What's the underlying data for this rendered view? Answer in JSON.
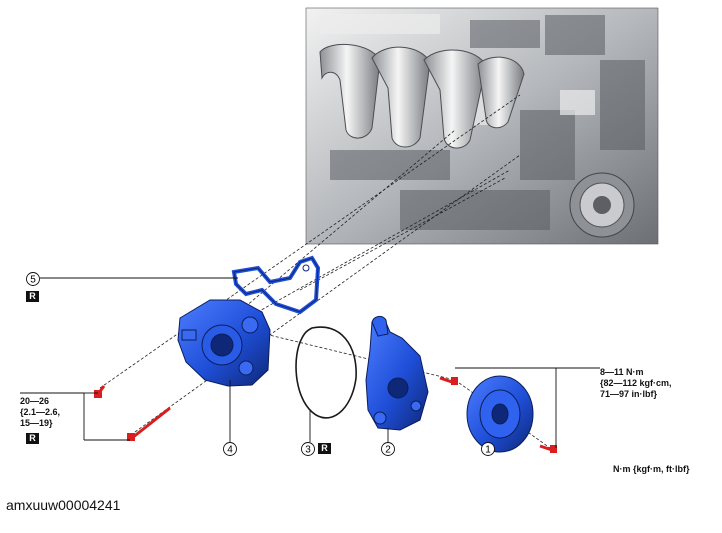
{
  "callouts": [
    {
      "id": "1",
      "label": "1"
    },
    {
      "id": "2",
      "label": "2"
    },
    {
      "id": "3",
      "label": "3"
    },
    {
      "id": "4",
      "label": "4"
    },
    {
      "id": "5",
      "label": "5"
    }
  ],
  "replace_badge": "R",
  "torque_right": {
    "line1": "8—11 N·m",
    "line2": "{82—112 kgf·cm,",
    "line3": "71—97 in·lbf}"
  },
  "torque_left": {
    "line1": "20—26",
    "line2": "{2.1—2.6,",
    "line3": "15—19}"
  },
  "unit_note": "N·m {kgf·m, ft·lbf}",
  "document_id": "amxuuw00004241",
  "colors": {
    "part_blue": "#1f4fd8",
    "part_blue_dark": "#12308c",
    "bolt_red": "#d81e1e",
    "engine_gray": "#b9bcc0"
  }
}
